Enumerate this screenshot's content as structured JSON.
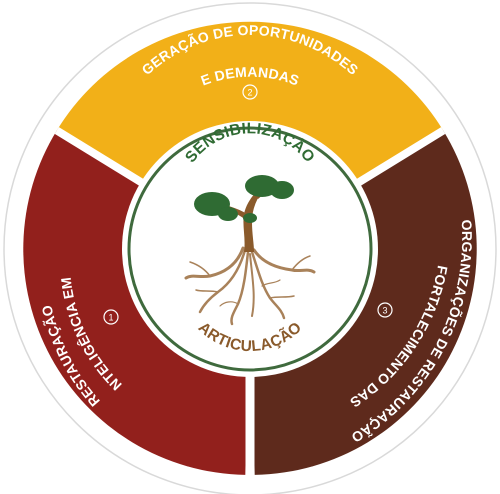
{
  "segments": {
    "top": {
      "number": "2",
      "line1": "GERAÇÃO DE OPORTUNIDADES",
      "line2": "E DEMANDAS"
    },
    "left": {
      "number": "1",
      "line1": "INTELIGÊNCIA EM",
      "line2": "RESTAURAÇÃO"
    },
    "right": {
      "number": "3",
      "line1": "FORTALECIMENTO DAS",
      "line2": "ORGANIZAÇÕES DE RESTAURAÇÃO"
    }
  },
  "core": {
    "top_word": "SENSIBILIZAÇÃO",
    "bottom_word": "ARTICULAÇÃO"
  },
  "colors": {
    "top": "#f2b018",
    "left": "#92201c",
    "right": "#5e2a1c",
    "green": "#2f6b33",
    "brown": "#8a5a2b",
    "root": "#a9825a"
  },
  "icons": {
    "center": "tree-with-roots-icon"
  }
}
